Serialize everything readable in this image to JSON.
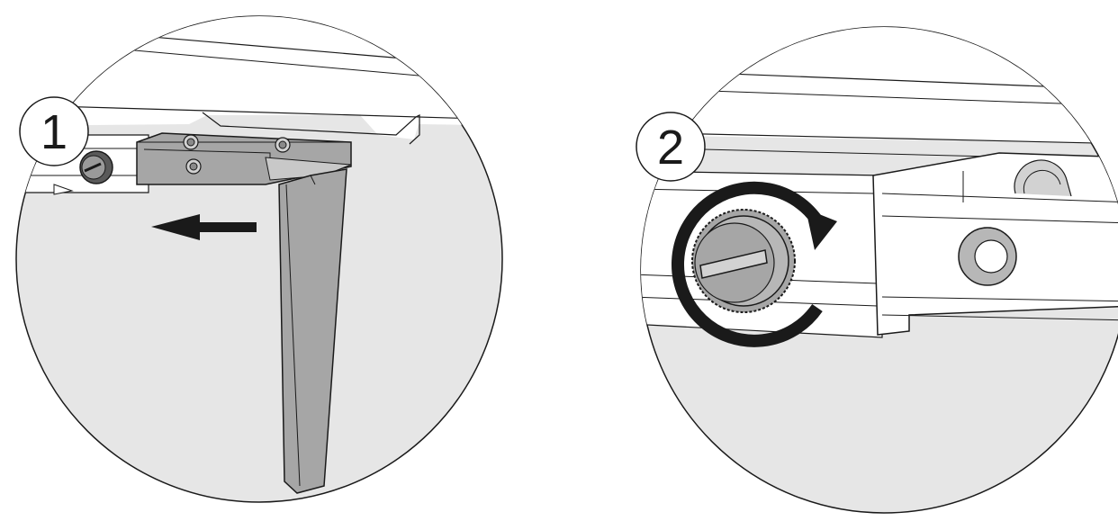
{
  "steps": [
    {
      "number": "1",
      "action": "slide-left"
    },
    {
      "number": "2",
      "action": "rotate-clockwise"
    }
  ],
  "colors": {
    "background_circle": "#e6e6e6",
    "metal_dark": "#a6a6a6",
    "metal_mid": "#b7b7b7",
    "metal_light": "#d2d2d2",
    "line": "#1a1a1a",
    "arrow": "#1a1a1a",
    "label_bg": "#ffffff"
  },
  "icons": {
    "step1_arrow": "arrow-left-icon",
    "step2_arrow": "rotate-clockwise-icon"
  }
}
